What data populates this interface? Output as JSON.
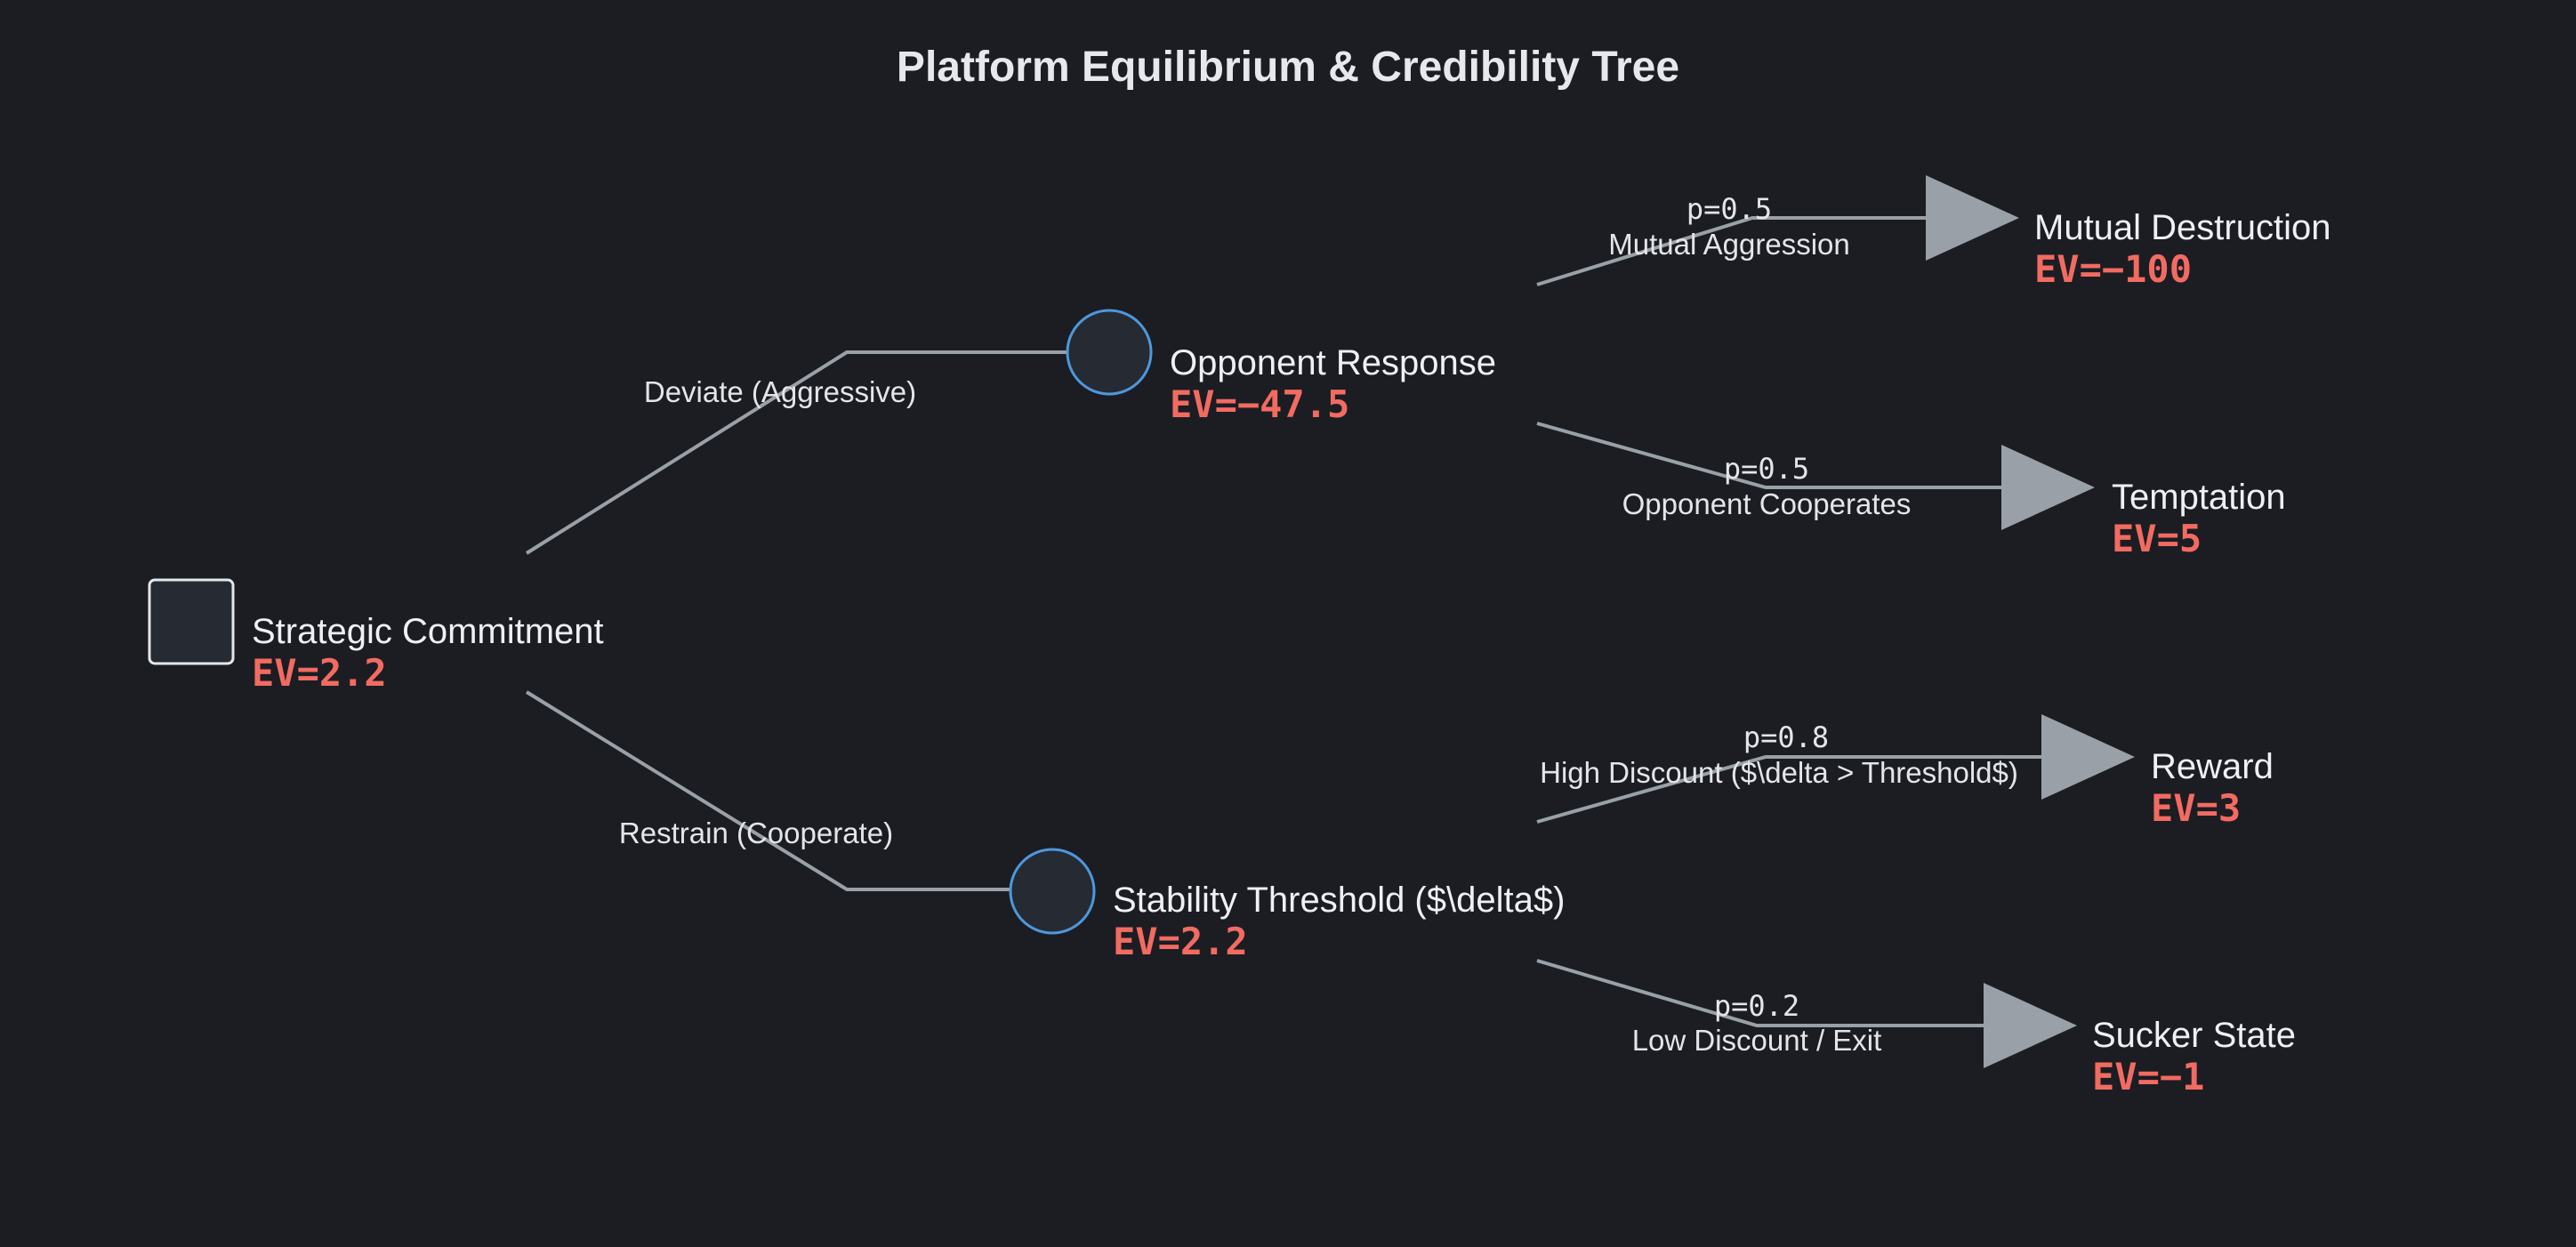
{
  "title": "Platform Equilibrium & Credibility Tree",
  "nodes": {
    "root": {
      "label": "Strategic Commitment",
      "ev": "EV=2.2",
      "kind": "decision"
    },
    "opponent": {
      "label": "Opponent Response",
      "ev": "EV=−47.5",
      "kind": "chance"
    },
    "stability": {
      "label": "Stability Threshold ($\\delta$)",
      "ev": "EV=2.2",
      "kind": "chance"
    },
    "mutual": {
      "label": "Mutual Destruction",
      "ev": "EV=−100",
      "kind": "terminal"
    },
    "temptation": {
      "label": "Temptation",
      "ev": "EV=5",
      "kind": "terminal"
    },
    "reward": {
      "label": "Reward",
      "ev": "EV=3",
      "kind": "terminal"
    },
    "sucker": {
      "label": "Sucker State",
      "ev": "EV=−1",
      "kind": "terminal"
    }
  },
  "edges": {
    "deviate": {
      "label": "Deviate (Aggressive)"
    },
    "restrain": {
      "label": "Restrain (Cooperate)"
    },
    "mutual_aggression": {
      "label": "Mutual Aggression",
      "prob": "p=0.5"
    },
    "opponent_cooperates": {
      "label": "Opponent Cooperates",
      "prob": "p=0.5"
    },
    "high_discount": {
      "label": "High Discount ($\\delta > Threshold$)",
      "prob": "p=0.8"
    },
    "low_discount": {
      "label": "Low Discount / Exit",
      "prob": "p=0.2"
    }
  },
  "colors": {
    "background": "#1b1d23",
    "ev": "#f26b61",
    "edge": "#9aa0a8",
    "chance_stroke": "#4d98dc",
    "terminal_fill": "#9aa0a8"
  }
}
